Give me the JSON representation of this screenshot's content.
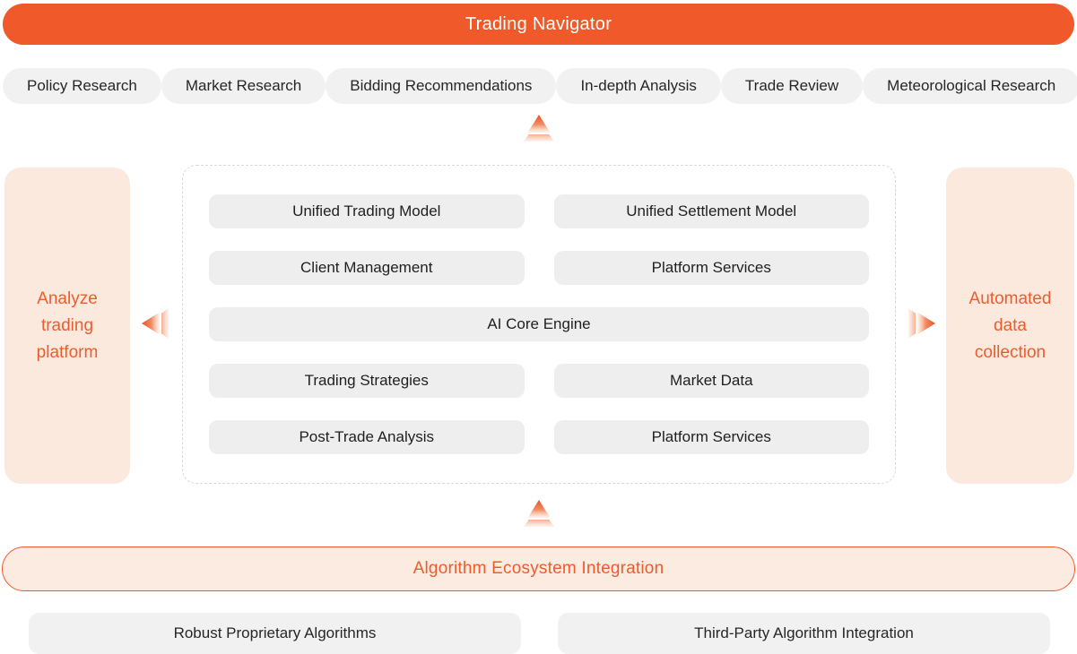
{
  "colors": {
    "orange": "#F0592A",
    "orange_text": "#EE5C2C",
    "orange_border": "#EF5B2B",
    "peach": "#FBE9DE",
    "peach_light": "#FBEBE0",
    "gray_pill": "#F1F1F1",
    "inner_pill": "#EEEEEE",
    "dark_text": "#262626",
    "dash_border": "#D8D8D8"
  },
  "banner": {
    "title": "Trading Navigator"
  },
  "top_functions": {
    "items": [
      {
        "label": "Policy Research"
      },
      {
        "label": "Market Research"
      },
      {
        "label": "Bidding Recommendations"
      },
      {
        "label": "In-depth Analysis"
      },
      {
        "label": "Trade Review"
      },
      {
        "label": "Meteorological Research"
      }
    ]
  },
  "side_panels": {
    "left": {
      "label": "Analyze trading platform"
    },
    "right": {
      "label": "Automated data collection"
    }
  },
  "core_modules": {
    "items": [
      {
        "label": "Unified Trading Model"
      },
      {
        "label": "Unified Settlement Model"
      },
      {
        "label": "Client Management"
      },
      {
        "label": "Platform Services"
      },
      {
        "label": "AI Core Engine"
      },
      {
        "label": "Trading Strategies"
      },
      {
        "label": "Market Data"
      },
      {
        "label": "Post-Trade Analysis"
      },
      {
        "label": "Platform Services"
      }
    ]
  },
  "integration": {
    "banner": "Algorithm Ecosystem Integration",
    "items": [
      {
        "label": "Robust Proprietary Algorithms"
      },
      {
        "label": "Third-Party Algorithm Integration"
      }
    ]
  },
  "icons": {
    "up_arrow": "double-chevron-up",
    "left_arrow": "double-chevron-left",
    "right_arrow": "double-chevron-right"
  }
}
